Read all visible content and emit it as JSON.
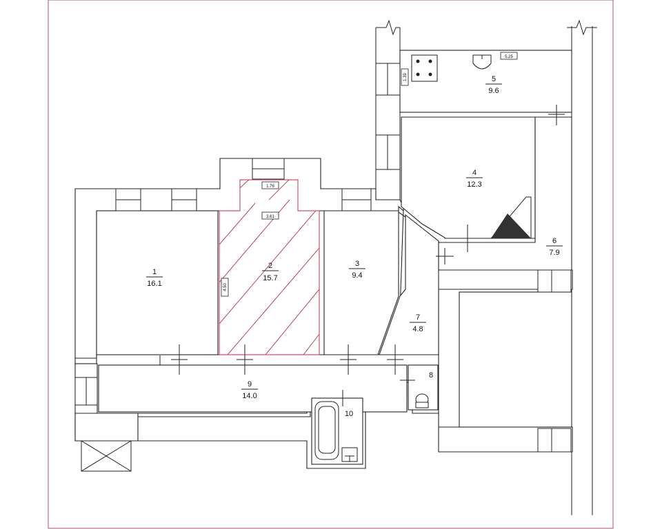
{
  "plan": {
    "rooms": [
      {
        "id": "room-1",
        "number": "1",
        "area": "16.1"
      },
      {
        "id": "room-2",
        "number": "2",
        "area": "15.7",
        "highlighted": true
      },
      {
        "id": "room-3",
        "number": "3",
        "area": "9.4"
      },
      {
        "id": "room-4",
        "number": "4",
        "area": "12.3"
      },
      {
        "id": "room-5",
        "number": "5",
        "area": "9.6"
      },
      {
        "id": "room-6",
        "number": "6",
        "area": "7.9"
      },
      {
        "id": "room-7",
        "number": "7",
        "area": "4.8"
      },
      {
        "id": "room-8",
        "number": "8"
      },
      {
        "id": "room-9",
        "number": "9",
        "area": "14.0"
      },
      {
        "id": "room-10",
        "number": "10"
      }
    ],
    "dimensions": {
      "room2_top": "1.76",
      "room2_width": "3.61",
      "room2_depth": "4.50",
      "room5_width": "5.25",
      "room5_depth": "1.39"
    },
    "colors": {
      "frame": "#b0506a",
      "highlight": "#d0506a",
      "walls": "#222222",
      "stair_fill": "#333333"
    }
  }
}
